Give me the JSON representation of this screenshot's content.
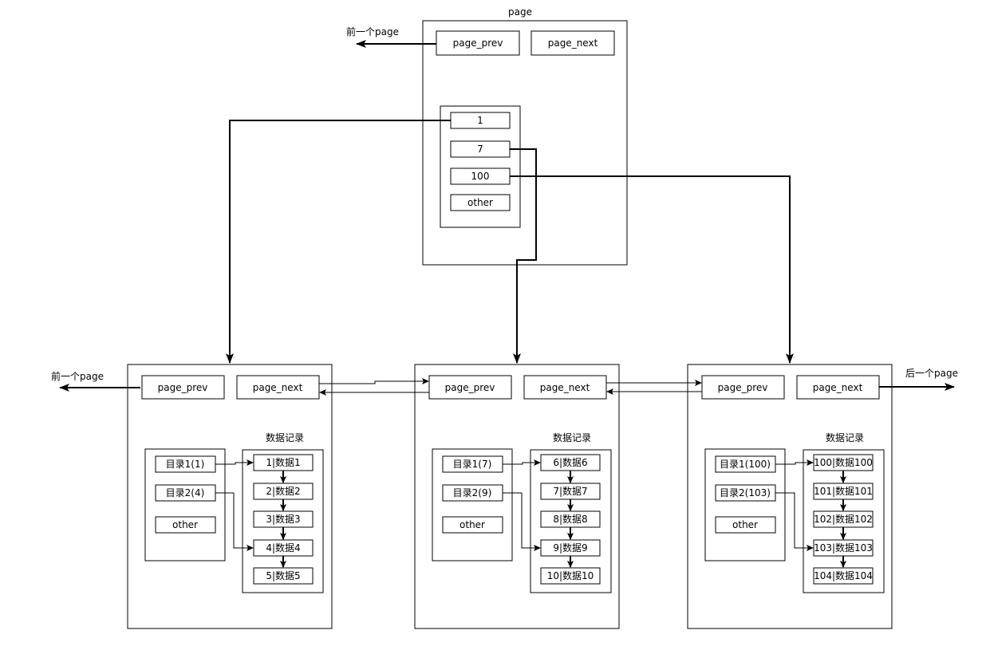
{
  "top_page": {
    "title": "page",
    "prev_label": "page_prev",
    "next_label": "page_next",
    "prev_caption": "前一个page",
    "entries": [
      "1",
      "7",
      "100",
      "other"
    ]
  },
  "leaf_pages": [
    {
      "prev_label": "page_prev",
      "next_label": "page_next",
      "records_title": "数据记录",
      "directory": [
        "目录1(1)",
        "目录2(4)",
        "other"
      ],
      "records": [
        "1|数据1",
        "2|数据2",
        "3|数据3",
        "4|数据4",
        "5|数据5"
      ]
    },
    {
      "prev_label": "page_prev",
      "next_label": "page_next",
      "records_title": "数据记录",
      "directory": [
        "目录1(7)",
        "目录2(9)",
        "other"
      ],
      "records": [
        "6|数据6",
        "7|数据7",
        "8|数据8",
        "9|数据9",
        "10|数据10"
      ]
    },
    {
      "prev_label": "page_prev",
      "next_label": "page_next",
      "records_title": "数据记录",
      "directory": [
        "目录1(100)",
        "目录2(103)",
        "other"
      ],
      "records": [
        "100|数据100",
        "101|数据101",
        "102|数据102",
        "103|数据103",
        "104|数据104"
      ]
    }
  ],
  "left_caption": "前一个page",
  "right_caption": "后一个page"
}
